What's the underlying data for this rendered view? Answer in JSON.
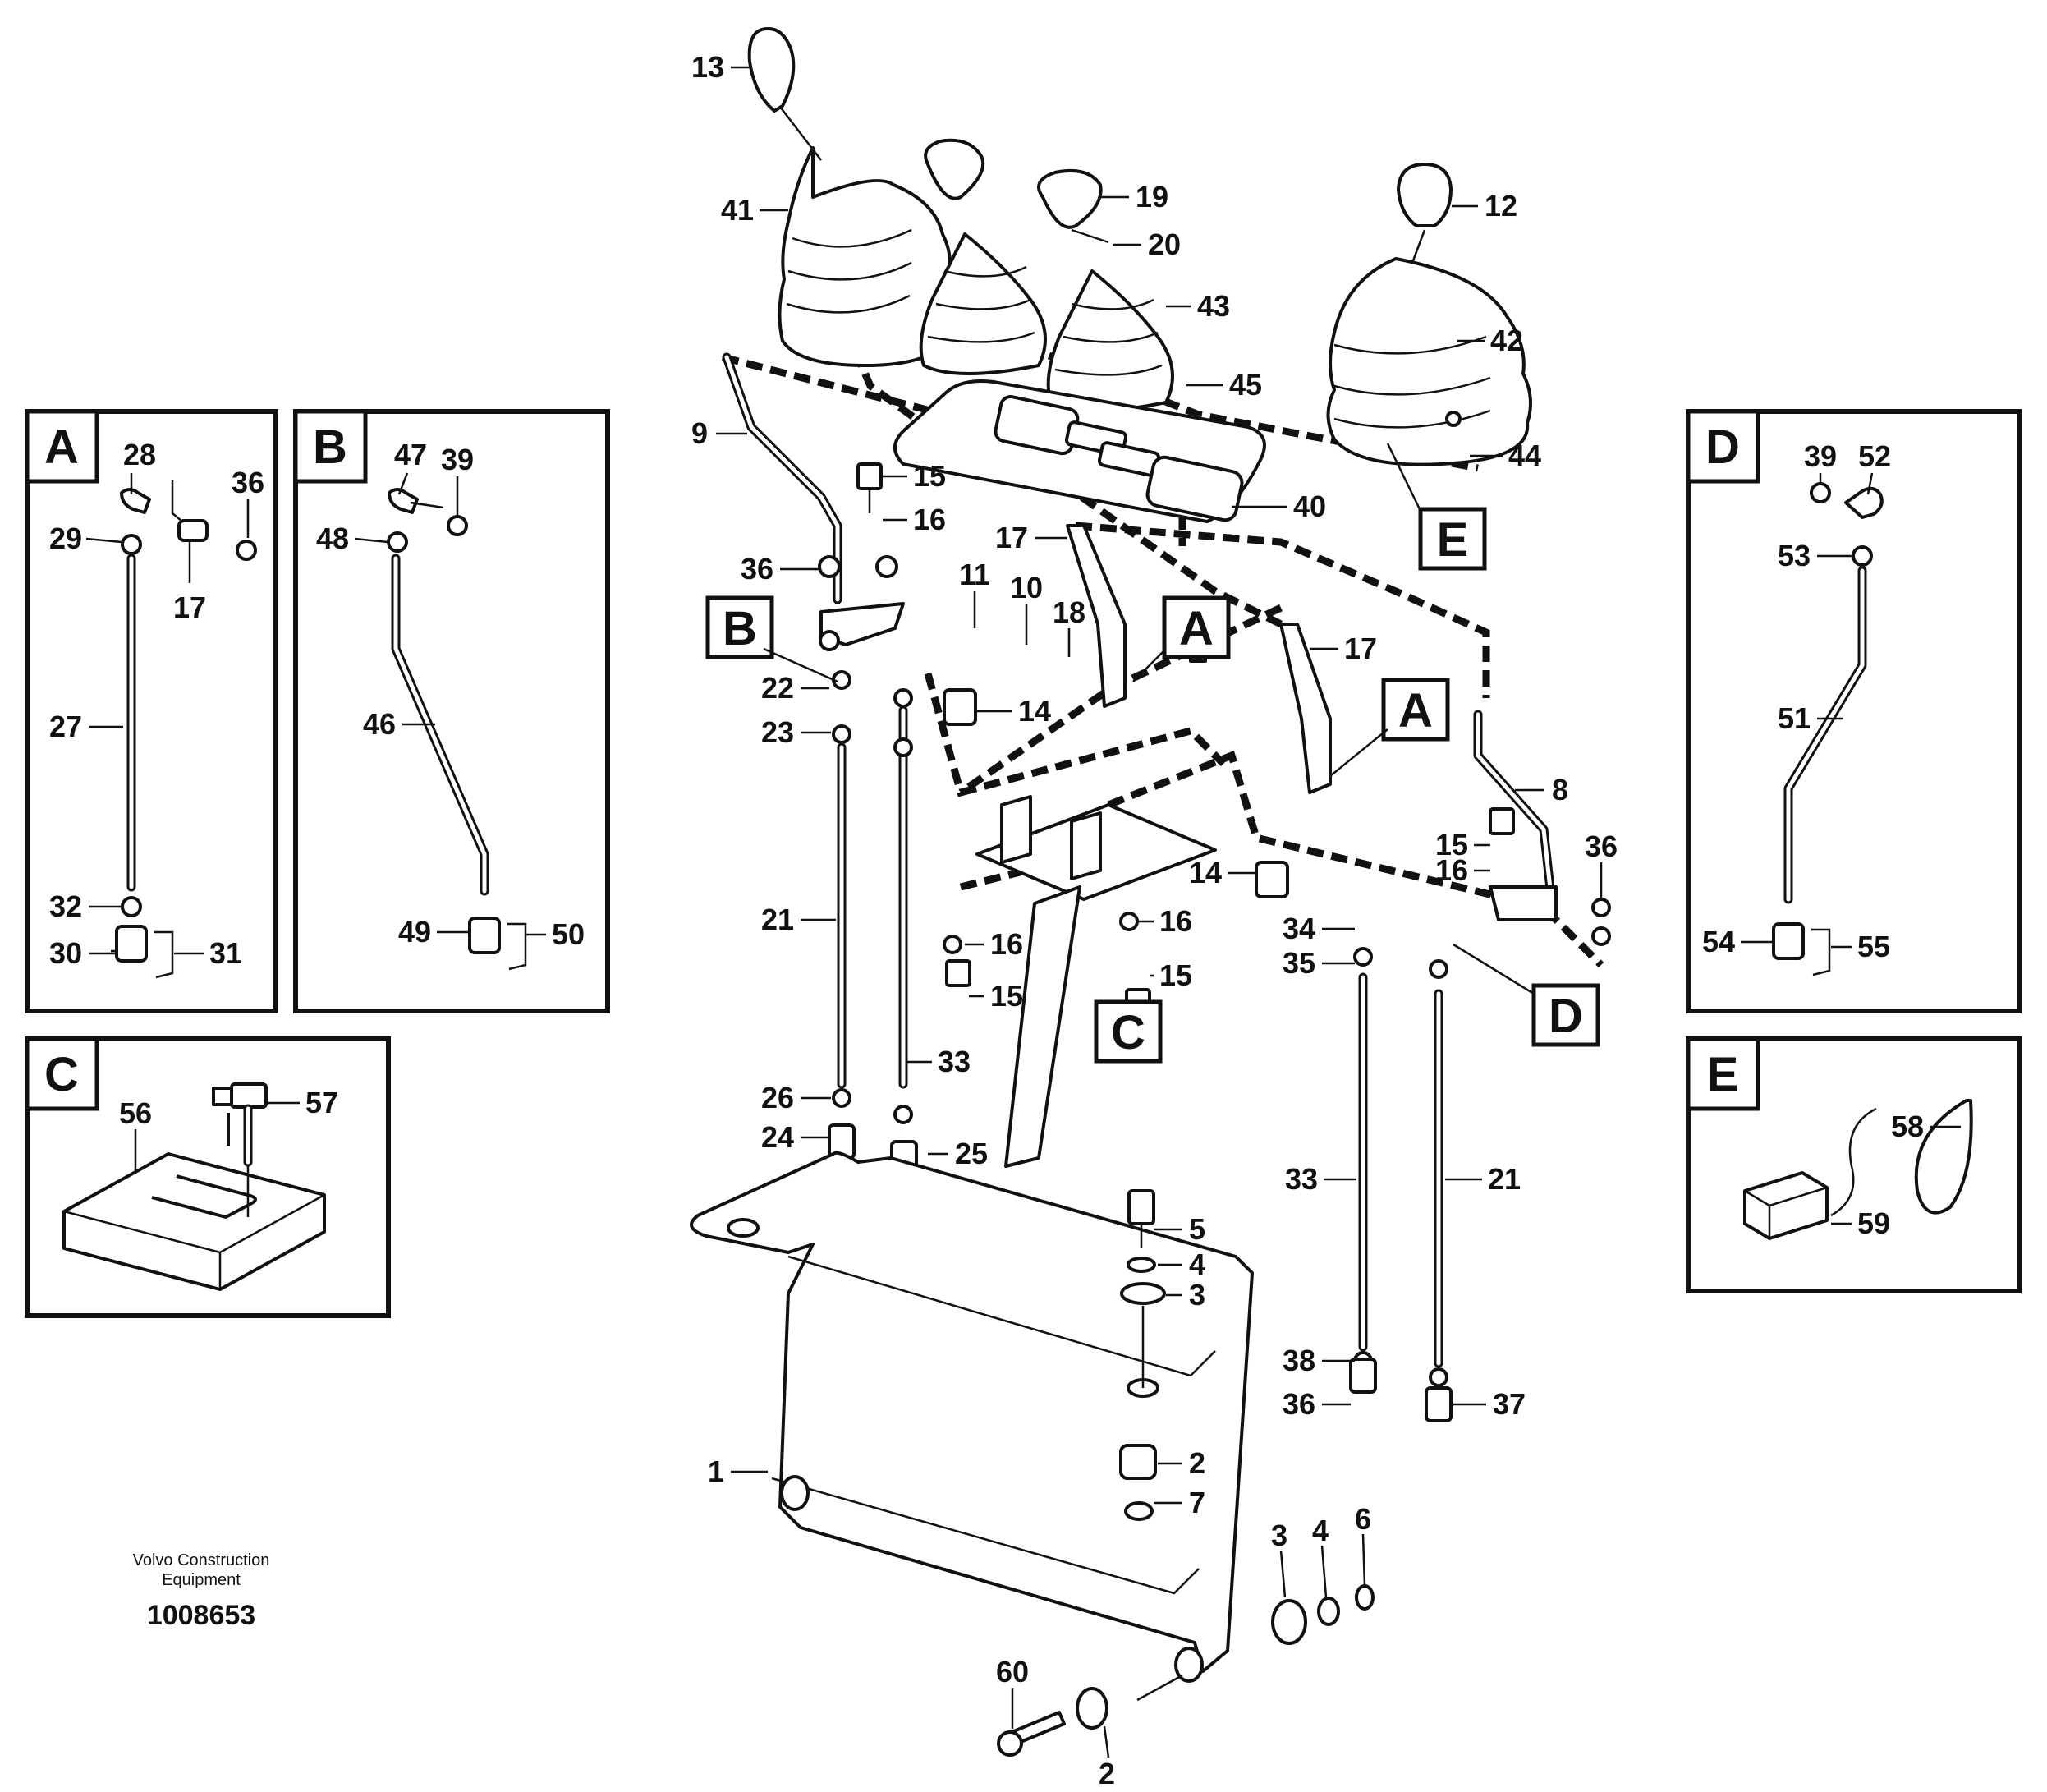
{
  "parts": {
    "p13": "13",
    "p41": "41",
    "p19": "19",
    "p20": "20",
    "p12": "12",
    "p43": "43",
    "p42": "42",
    "p45": "45",
    "p44": "44",
    "p40": "40",
    "p9": "9",
    "p15a": "15",
    "p16a": "16",
    "p36a": "36",
    "p17a": "17",
    "p11": "11",
    "p10": "10",
    "p18": "18",
    "p17b": "17",
    "p22": "22",
    "p23": "23",
    "p14a": "14",
    "p8": "8",
    "p15b": "15",
    "p16b": "16",
    "p36b": "36",
    "p14b": "14",
    "p21a": "21",
    "p16c": "16",
    "p15c": "15",
    "p16d": "16",
    "p15d": "15",
    "p34": "34",
    "p35": "35",
    "p33a": "33",
    "p26": "26",
    "p24": "24",
    "p25": "25",
    "p33b": "33",
    "p21b": "21",
    "p5": "5",
    "p4a": "4",
    "p3a": "3",
    "p38": "38",
    "p36c": "36",
    "p37": "37",
    "p1": "1",
    "p2a": "2",
    "p7": "7",
    "p3b": "3",
    "p4b": "4",
    "p6": "6",
    "p60": "60",
    "p2b": "2"
  },
  "inset_a": {
    "letter": "A",
    "l28": "28",
    "l29": "29",
    "l36": "36",
    "l17": "17",
    "l27": "27",
    "l32": "32",
    "l30": "30",
    "l31": "31"
  },
  "inset_b": {
    "letter": "B",
    "l47": "47",
    "l39": "39",
    "l48": "48",
    "l46": "46",
    "l49": "49",
    "l50": "50"
  },
  "inset_c": {
    "letter": "C",
    "l56": "56",
    "l57": "57"
  },
  "inset_d": {
    "letter": "D",
    "l39": "39",
    "l52": "52",
    "l53": "53",
    "l51": "51",
    "l54": "54",
    "l55": "55"
  },
  "inset_e": {
    "letter": "E",
    "l58": "58",
    "l59": "59"
  },
  "refs": {
    "b": "B",
    "a1": "A",
    "a2": "A",
    "c": "C",
    "d": "D",
    "e": "E"
  },
  "footer": {
    "line1": "Volvo Construction",
    "line2": "Equipment",
    "code": "1008653"
  }
}
